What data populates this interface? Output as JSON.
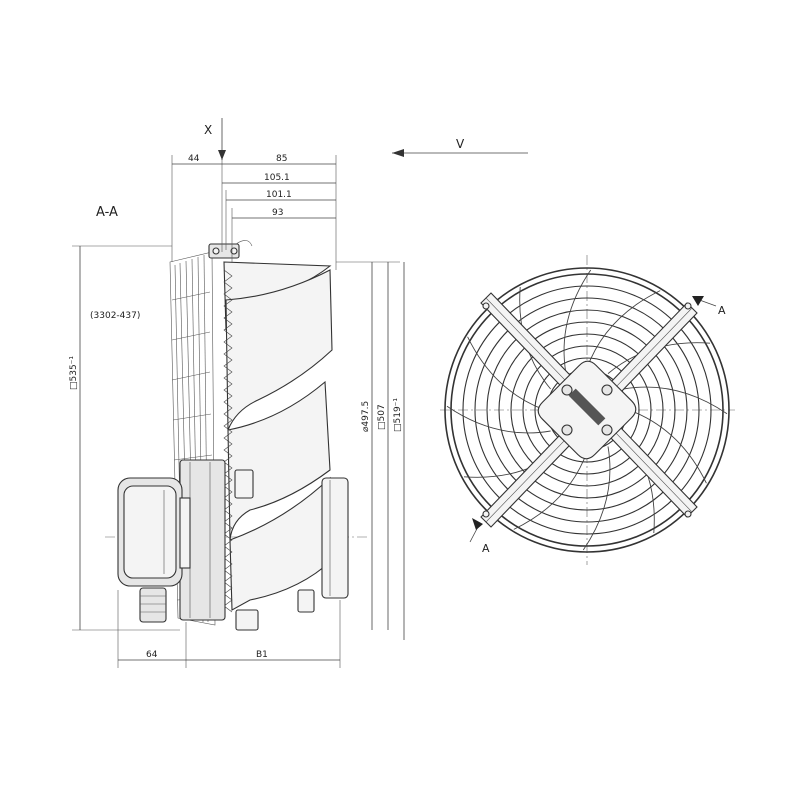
{
  "labels": {
    "section_view": "A-A",
    "marker_x": "X",
    "view_v": "V",
    "section_mark_top": "A",
    "section_mark_bottom": "A"
  },
  "dimensions": {
    "d44": "44",
    "d85": "85",
    "d105": "105.1",
    "d101": "101.1",
    "d93": "93",
    "d64": "64",
    "db1": "B1",
    "range": "(3302-437)",
    "sq535": "□535⁻¹",
    "dia497": "⌀497.5",
    "sq507": "□507",
    "sq519": "□519⁻¹"
  },
  "colors": {
    "line": "#333333",
    "fill_light": "#f4f4f4",
    "fill_mid": "#e6e6e6"
  }
}
